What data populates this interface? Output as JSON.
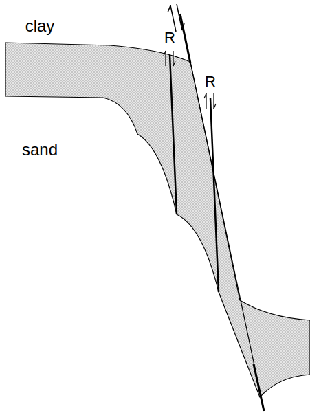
{
  "diagram": {
    "labels": [
      "clay",
      "sand",
      "R",
      "R"
    ]
  }
}
